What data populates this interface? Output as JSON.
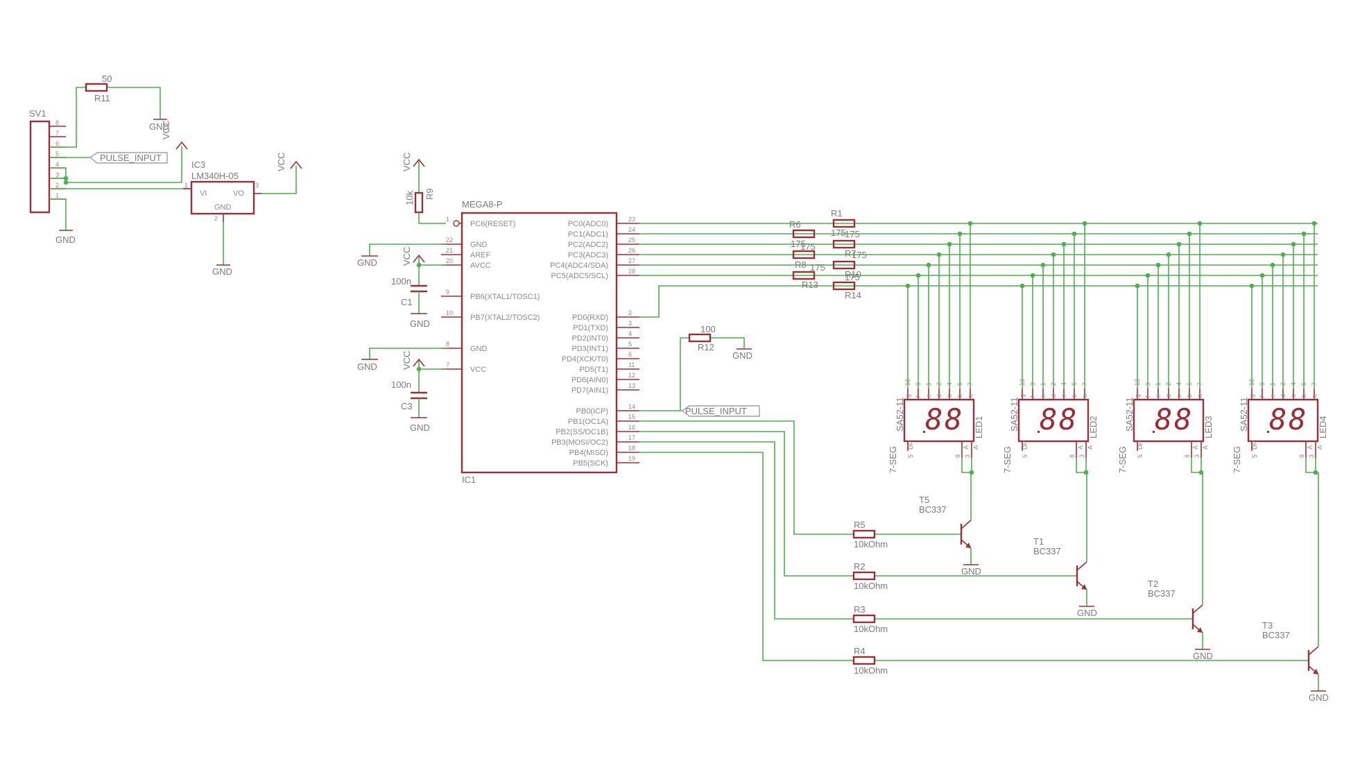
{
  "sv1": {
    "name": "SV1",
    "pins": [
      "8",
      "7",
      "6",
      "5",
      "4",
      "3",
      "2",
      "1"
    ]
  },
  "r11": {
    "value": "50",
    "name": "R11"
  },
  "gnd": "GND",
  "vcc": "VCC",
  "pulse_input": "PULSE_INPUT",
  "ic3": {
    "name": "IC3",
    "value": "LM340H-05",
    "vi": "VI",
    "vo": "VO",
    "gnd": "GND",
    "pin1": "1",
    "pin2": "2",
    "pin3": "3"
  },
  "r9": {
    "name": "R9",
    "value": "10k"
  },
  "c1": {
    "name": "C1",
    "value": "100n"
  },
  "c3": {
    "name": "C3",
    "value": "100n"
  },
  "ic1": {
    "value": "MEGA8-P",
    "name": "IC1",
    "left_pins": [
      {
        "num": "1",
        "name": "PC6(RESET)"
      },
      {
        "num": "22",
        "name": "GND"
      },
      {
        "num": "21",
        "name": "AREF"
      },
      {
        "num": "20",
        "name": "AVCC"
      },
      {
        "num": "9",
        "name": "PB6(XTAL1/TOSC1)"
      },
      {
        "num": "10",
        "name": "PB7(XTAL2/TOSC2)"
      },
      {
        "num": "8",
        "name": "GND"
      },
      {
        "num": "7",
        "name": "VCC"
      }
    ],
    "right_pins": [
      {
        "num": "23",
        "name": "PC0(ADC0)"
      },
      {
        "num": "24",
        "name": "PC1(ADC1)"
      },
      {
        "num": "25",
        "name": "PC2(ADC2)"
      },
      {
        "num": "26",
        "name": "PC3(ADC3)"
      },
      {
        "num": "27",
        "name": "PC4(ADC4/SDA)"
      },
      {
        "num": "28",
        "name": "PC5(ADC5/SCL)"
      },
      {
        "num": "2",
        "name": "PD0(RXD)"
      },
      {
        "num": "3",
        "name": "PD1(TXD)"
      },
      {
        "num": "4",
        "name": "PD2(INT0)"
      },
      {
        "num": "5",
        "name": "PD3(INT1)"
      },
      {
        "num": "6",
        "name": "PD4(XCK/T0)"
      },
      {
        "num": "11",
        "name": "PD5(T1)"
      },
      {
        "num": "12",
        "name": "PD6(AIN0)"
      },
      {
        "num": "13",
        "name": "PD7(AIN1)"
      },
      {
        "num": "14",
        "name": "PB0(ICP)"
      },
      {
        "num": "15",
        "name": "PB1(OC1A)"
      },
      {
        "num": "16",
        "name": "PB2(SS/OC1B)"
      },
      {
        "num": "17",
        "name": "PB3(MOSI/OC2)"
      },
      {
        "num": "18",
        "name": "PB4(MISO)"
      },
      {
        "num": "19",
        "name": "PB5(SCK)"
      }
    ]
  },
  "segment_resistors": [
    {
      "name": "R1",
      "value": "175"
    },
    {
      "name": "R6",
      "value": "175"
    },
    {
      "name": "R7",
      "value": "175"
    },
    {
      "name": "R8",
      "value": "175"
    },
    {
      "name": "R10",
      "value": "175"
    },
    {
      "name": "R13",
      "value": "175"
    },
    {
      "name": "R14",
      "value": "175"
    }
  ],
  "r12": {
    "value": "100",
    "name": "R12"
  },
  "leds": [
    {
      "name": "LED1",
      "model": "7-SEG_SA52-11",
      "digit": "8"
    },
    {
      "name": "LED2",
      "model": "7-SEG_SA52-11",
      "digit": "8"
    },
    {
      "name": "LED3",
      "model": "7-SEG_SA52-11",
      "digit": "8"
    },
    {
      "name": "LED4",
      "model": "7-SEG_SA52-11",
      "digit": "8"
    }
  ],
  "led_top_pins": [
    "10",
    "9",
    "1",
    "2",
    "4",
    "6",
    "7"
  ],
  "led_top_segs": [
    "g",
    "f",
    "e",
    "d",
    "c",
    "b",
    "a"
  ],
  "led_bottom_left": {
    "pin": "5",
    "label": "DP"
  },
  "led_bottom_right": [
    {
      "pin": "8",
      "label": "A"
    },
    {
      "pin": "3",
      "label": "A"
    }
  ],
  "base_resistors": [
    {
      "name": "R5",
      "value": "10kOhm"
    },
    {
      "name": "R2",
      "value": "10kOhm"
    },
    {
      "name": "R3",
      "value": "10kOhm"
    },
    {
      "name": "R4",
      "value": "10kOhm"
    }
  ],
  "transistors": [
    {
      "name": "T5",
      "value": "BC337"
    },
    {
      "name": "T1",
      "value": "BC337"
    },
    {
      "name": "T2",
      "value": "BC337"
    },
    {
      "name": "T3",
      "value": "BC337"
    }
  ]
}
